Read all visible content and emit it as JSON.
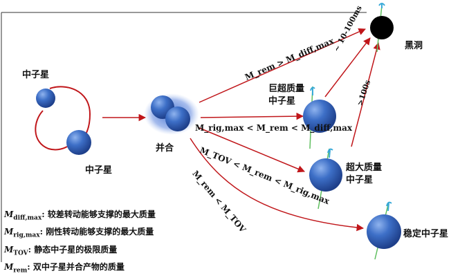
{
  "labels": {
    "neutron_star_top": "中子星",
    "neutron_star_bottom": "中子星",
    "merger": "并合",
    "black_hole": "黑洞",
    "supramassive_ns": "巨超质量\n中子星",
    "hypermassive_ns": "超大质量\n中子星",
    "stable_ns": "稳定中子星",
    "delay_short": "~ 10-100ms",
    "delay_long": ">100s"
  },
  "conditions": {
    "to_black_hole": "M_rem > M_diff,max",
    "to_supramassive": "M_rig,max < M_rem < M_diff,max",
    "to_hypermassive": "M_TOV < M_rem < M_rig,max",
    "to_stable": "M_rem < M_TOV"
  },
  "legend": [
    {
      "symbol": "M",
      "sub": "diff,max",
      "text": ": 较差转动能够支撑的最大质量"
    },
    {
      "symbol": "M",
      "sub": "rig,max",
      "text": ": 刚性转动能够支撑的最大质量"
    },
    {
      "symbol": "M",
      "sub": "TOV",
      "text": ": 静态中子星的极限质量"
    },
    {
      "symbol": "M",
      "sub": "rem",
      "text": ": 双中子星并合产物的质量"
    }
  ],
  "colors": {
    "arrow": "#c0161a",
    "star": "#2f5eb8",
    "jet": "#38a9d8",
    "axis": "#5fbf5f",
    "black_hole": "#000000"
  }
}
